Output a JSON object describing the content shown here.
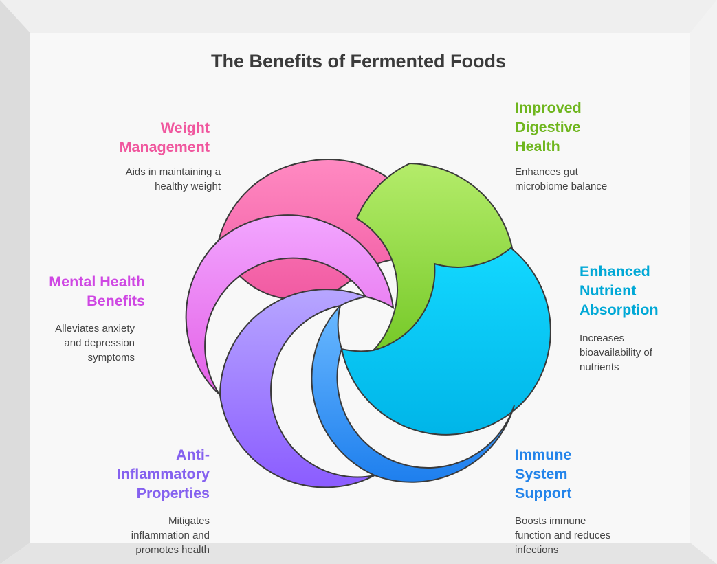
{
  "title": "The Benefits of Fermented Foods",
  "benefits": [
    {
      "title_lines": [
        "Weight",
        "Management"
      ],
      "desc_lines": [
        "Aids in maintaining a",
        "healthy weight"
      ],
      "color": "#f0579e"
    },
    {
      "title_lines": [
        "Improved",
        "Digestive",
        "Health"
      ],
      "desc_lines": [
        "Enhances gut",
        "microbiome balance"
      ],
      "color": "#6fb61e"
    },
    {
      "title_lines": [
        "Mental Health",
        "Benefits"
      ],
      "desc_lines": [
        "Alleviates anxiety",
        "and depression",
        "symptoms"
      ],
      "color": "#cf48e3"
    },
    {
      "title_lines": [
        "Enhanced",
        "Nutrient",
        "Absorption"
      ],
      "desc_lines": [
        "Increases",
        "bioavailability of",
        "nutrients"
      ],
      "color": "#00a8d6"
    },
    {
      "title_lines": [
        "Anti-",
        "Inflammatory",
        "Properties"
      ],
      "desc_lines": [
        "Mitigates",
        "inflammation and",
        "promotes health"
      ],
      "color": "#8561ef"
    },
    {
      "title_lines": [
        "Immune",
        "System",
        "Support"
      ],
      "desc_lines": [
        "Boosts immune",
        "function and reduces",
        "infections"
      ],
      "color": "#2384ea"
    }
  ]
}
